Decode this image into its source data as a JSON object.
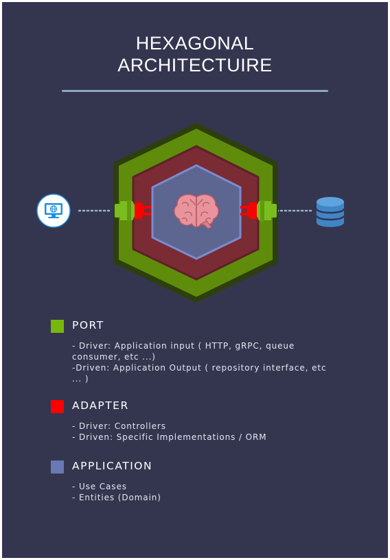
{
  "title": {
    "line1": "HEXAGONAL",
    "line2": "ARCHITECTUIRE"
  },
  "diagram": {
    "center_icon": "brain-icon",
    "left_icon": "monitor-globe-icon",
    "right_icon": "database-icon",
    "connector_icon": "plug-icon",
    "colors": {
      "outer_border": "#2d3f0f",
      "port_layer": "#5f8c0a",
      "adapter_layer": "#7a2b33",
      "application_layer": "#5d6591",
      "plug_green": "#7bbd1e",
      "plug_red": "#ff0000",
      "client_icon": "#1d8fe0",
      "database_icon": "#3f86c7"
    }
  },
  "legend": [
    {
      "title": "PORT",
      "color": "#78b80a",
      "lines": [
        "- Driver: Application input ( HTTP, gRPC, queue consumer, etc ...)",
        "-Driven: Application Output ( repository interface, etc ... )"
      ]
    },
    {
      "title": "ADAPTER",
      "color": "#ff0000",
      "lines": [
        "- Driver: Controllers",
        "- Driven: Specific Implementations / ORM"
      ]
    },
    {
      "title": "APPLICATION",
      "color": "#6a78b3",
      "lines": [
        "- Use Cases",
        "- Entities (Domain)"
      ]
    }
  ]
}
